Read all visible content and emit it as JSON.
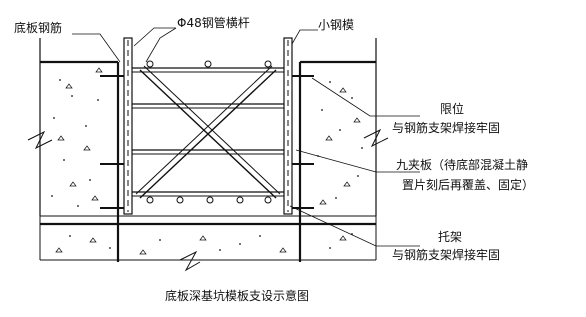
{
  "labels": {
    "base_rebar": "底板钢筋",
    "steel_pipe": "Φ48钢管横杆",
    "small_form": "小钢模",
    "limit_title": "限位",
    "limit_desc": "与钢筋支架焊接牢固",
    "plywood_line1": "九夹板（待底部混凝土静",
    "plywood_line2": "置片刻后再覆盖、固定）",
    "bracket_title": "托架",
    "bracket_desc": "与钢筋支架焊接牢固"
  },
  "caption": "底板深基坑模板支设示意图",
  "colors": {
    "ink": "#111111",
    "background": "#ffffff"
  }
}
